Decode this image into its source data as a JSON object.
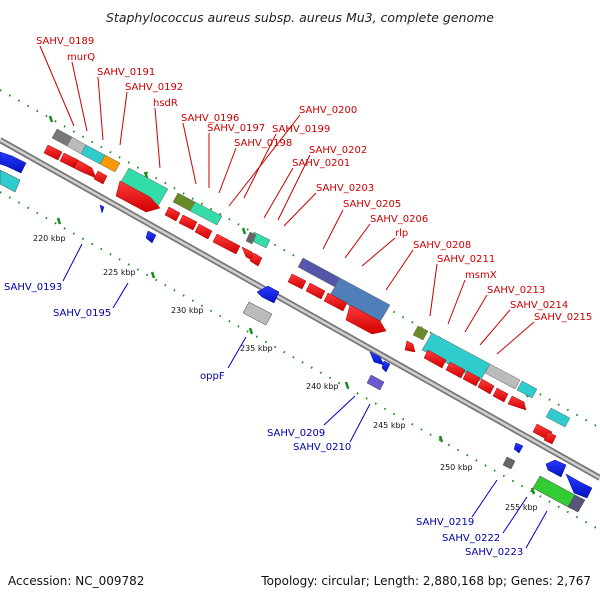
{
  "title": "Staphylococcus aureus subsp. aureus Mu3, complete genome",
  "accession": "Accession: NC_009782",
  "topology": "Topology: circular; Length: 2,880,168 bp; Genes: 2,767",
  "colors": {
    "forward": "#cc0000",
    "reverse": "#0000cc",
    "backbone": "#888888",
    "ticks": "#1a8a1a"
  },
  "kbp_labels": [
    "220 kbp",
    "225 kbp",
    "230 kbp",
    "235 kbp",
    "240 kbp",
    "245 kbp",
    "250 kbp",
    "255 kbp"
  ],
  "forward_genes": [
    "SAHV_0189",
    "murQ",
    "SAHV_0191",
    "SAHV_0192",
    "hsdR",
    "SAHV_0196",
    "SAHV_0197",
    "SAHV_0198",
    "SAHV_0199",
    "SAHV_0200",
    "SAHV_0201",
    "SAHV_0202",
    "SAHV_0203",
    "SAHV_0205",
    "SAHV_0206",
    "rlp",
    "SAHV_0208",
    "SAHV_0211",
    "msmX",
    "SAHV_0213",
    "SAHV_0214",
    "SAHV_0215"
  ],
  "reverse_genes": [
    "SAHV_0193",
    "SAHV_0195",
    "oppF",
    "SAHV_0209",
    "SAHV_0210",
    "SAHV_0219",
    "SAHV_0222",
    "SAHV_0223"
  ]
}
